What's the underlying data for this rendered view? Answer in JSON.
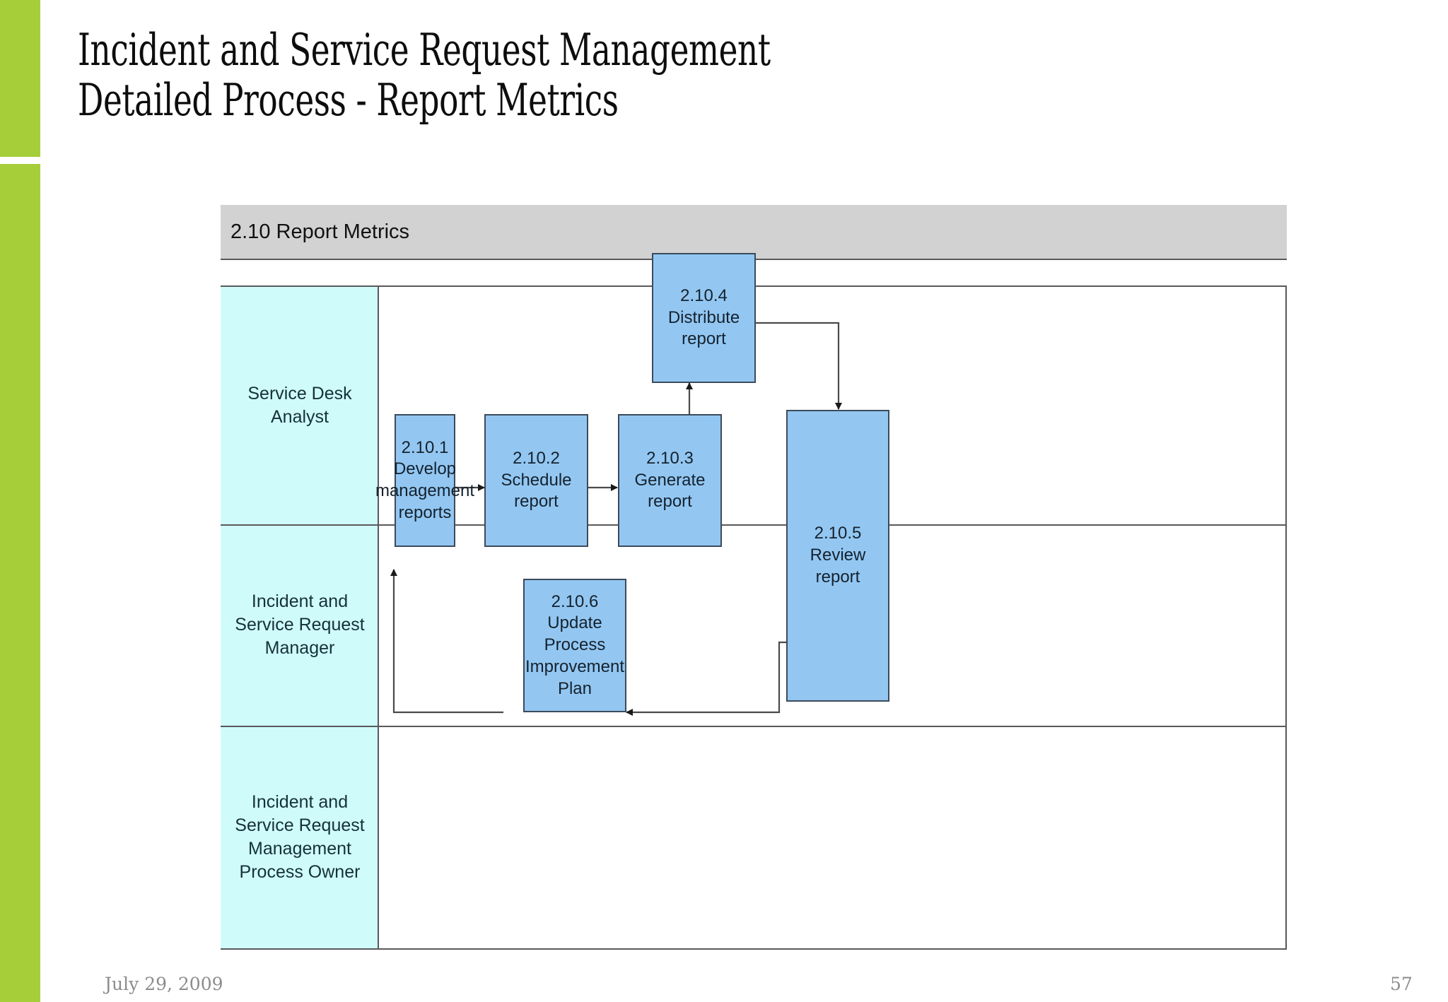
{
  "slide": {
    "title": "Incident and Service Request Management\nDetailed Process - Report Metrics",
    "footer_date": "July 29, 2009",
    "page_number": "57",
    "accent_color": "#A6CE39"
  },
  "diagram": {
    "header_label": "2.10 Report Metrics",
    "header_fill": "#d2d2d2",
    "lane_fill": "#CFFCFA",
    "box_fill": "#93C7F2",
    "border_color": "#59595b",
    "lanes": [
      {
        "id": "lane-service-desk-analyst",
        "label": "Service Desk\nAnalyst"
      },
      {
        "id": "lane-incident-service-request-manager",
        "label": "Incident and\nService Request\nManager"
      },
      {
        "id": "lane-process-owner",
        "label": "Incident and\nService Request\nManagement\nProcess Owner"
      }
    ],
    "steps": [
      {
        "id": "2.10.1",
        "number": "2.10.1",
        "name": "Develop\nmanagement\nreports",
        "label": "2.10.1\nDevelop\nmanagement\nreports",
        "lane": "lane-incident-service-request-manager"
      },
      {
        "id": "2.10.2",
        "number": "2.10.2",
        "name": "Schedule report",
        "label": "2.10.2\nSchedule report",
        "lane": "lane-incident-service-request-manager"
      },
      {
        "id": "2.10.3",
        "number": "2.10.3",
        "name": "Generate report",
        "label": "2.10.3\nGenerate report",
        "lane": "lane-incident-service-request-manager"
      },
      {
        "id": "2.10.4",
        "number": "2.10.4",
        "name": "Distribute report",
        "label": "2.10.4\nDistribute report",
        "lane": "lane-service-desk-analyst"
      },
      {
        "id": "2.10.5",
        "number": "2.10.5",
        "name": "Review\nreport",
        "label": "2.10.5\nReview\nreport",
        "lane": "lane-incident-service-request-manager"
      },
      {
        "id": "2.10.6",
        "number": "2.10.6",
        "name": "Update Process\nImprovement Plan",
        "label": "2.10.6\nUpdate Process\nImprovement Plan",
        "lane": "lane-process-owner"
      }
    ],
    "flows": [
      {
        "from": "2.10.1",
        "to": "2.10.2"
      },
      {
        "from": "2.10.2",
        "to": "2.10.3"
      },
      {
        "from": "2.10.3",
        "to": "2.10.4"
      },
      {
        "from": "2.10.4",
        "to": "2.10.5"
      },
      {
        "from": "2.10.5",
        "to": "2.10.6"
      },
      {
        "from": "2.10.6",
        "to": "2.10.1"
      }
    ]
  }
}
